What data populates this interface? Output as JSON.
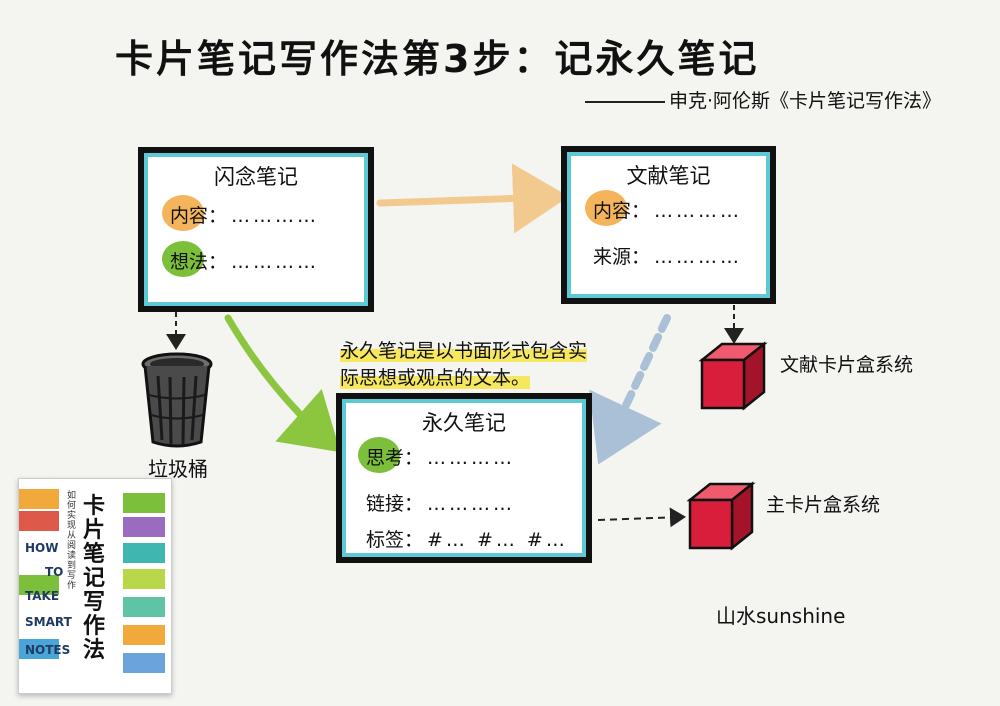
{
  "title": "卡片笔记写作法第3步：记永久笔记",
  "attribution": "申克·阿伦斯《卡片笔记写作法》",
  "fleeting_note": {
    "title": "闪念笔记",
    "fields": [
      {
        "label": "内容：",
        "dots": "…………"
      },
      {
        "label": "想法：",
        "dots": "…………"
      }
    ]
  },
  "literature_note": {
    "title": "文献笔记",
    "fields": [
      {
        "label": "内容：",
        "dots": "…………"
      },
      {
        "label": "来源：",
        "dots": "…………"
      }
    ]
  },
  "permanent_note": {
    "title": "永久笔记",
    "fields": [
      {
        "label": "思考：",
        "dots": "…………"
      },
      {
        "label": "链接：",
        "dots": "…………"
      },
      {
        "label": "标签：",
        "dots": "#… #… #…"
      }
    ]
  },
  "definition": "永久笔记是以书面形式包含实际思想或观点的文本。",
  "trash_label": "垃圾桶",
  "literature_box_label": "文献卡片盒系统",
  "main_box_label": "主卡片盒系统",
  "signature": "山水sunshine",
  "book": {
    "title_zh": "卡片笔记写作法",
    "title_en": [
      "HOW",
      "TO",
      "TAKE",
      "SMART",
      "NOTES"
    ],
    "subtitle": "如何实现从阅读到写作"
  },
  "colors": {
    "card_outline": "#5dc9d6",
    "blob_orange": "#f3b45b",
    "blob_green": "#7cbf3a",
    "arrow_orange": "#f2c98f",
    "arrow_green": "#8cc63f",
    "arrow_blue": "#a9c0d6",
    "cube_red": "#d81e3a",
    "highlight": "#f6e75e"
  }
}
